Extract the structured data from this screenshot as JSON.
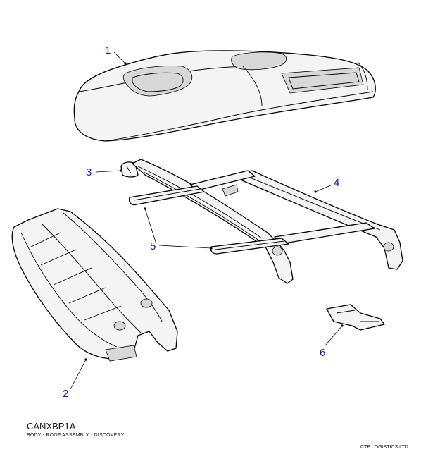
{
  "callouts": [
    {
      "id": "1",
      "label": "1",
      "part": "roof-panel"
    },
    {
      "id": "2",
      "label": "2",
      "part": "rear-roof-header"
    },
    {
      "id": "3",
      "label": "3",
      "part": "roof-rail-bracket"
    },
    {
      "id": "4",
      "label": "4",
      "part": "roof-bow-frame"
    },
    {
      "id": "5",
      "label": "5",
      "part": "cross-member"
    },
    {
      "id": "6",
      "label": "6",
      "part": "clip-bracket"
    }
  ],
  "caption": {
    "code": "CANXBP1A",
    "subtitle": "BODY - ROOF ASSEMBLY - DISCOVERY",
    "company": "CTP LOGISTICS LTD"
  },
  "colors": {
    "callout": "#1a1aa6",
    "line": "#000000",
    "fill": "#f4f4f4"
  }
}
